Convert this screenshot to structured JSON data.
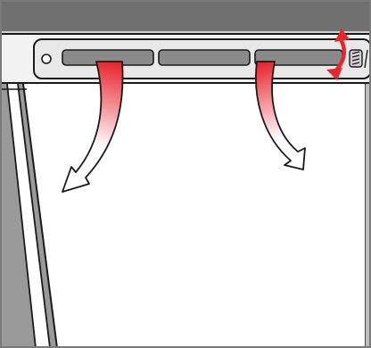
{
  "diagram": {
    "subject": "air-vent-airflow",
    "colors": {
      "ceiling": "#707070",
      "vent_panel": "#e8e8e8",
      "vent_slot": "#8a8a8a",
      "arrow_hot": "#e8262f",
      "arrow_fade": "#ffffff",
      "outline": "#1a1a1a"
    },
    "slots": [
      {
        "id": "left"
      },
      {
        "id": "center"
      },
      {
        "id": "right"
      }
    ],
    "airflow_arrows": [
      {
        "id": "left",
        "direction": "down-left"
      },
      {
        "id": "right",
        "direction": "down-right"
      }
    ],
    "adjust_indicator": {
      "icon": "double-headed-curved-arrow-icon",
      "meaning": "louver-angle-adjustment"
    }
  }
}
